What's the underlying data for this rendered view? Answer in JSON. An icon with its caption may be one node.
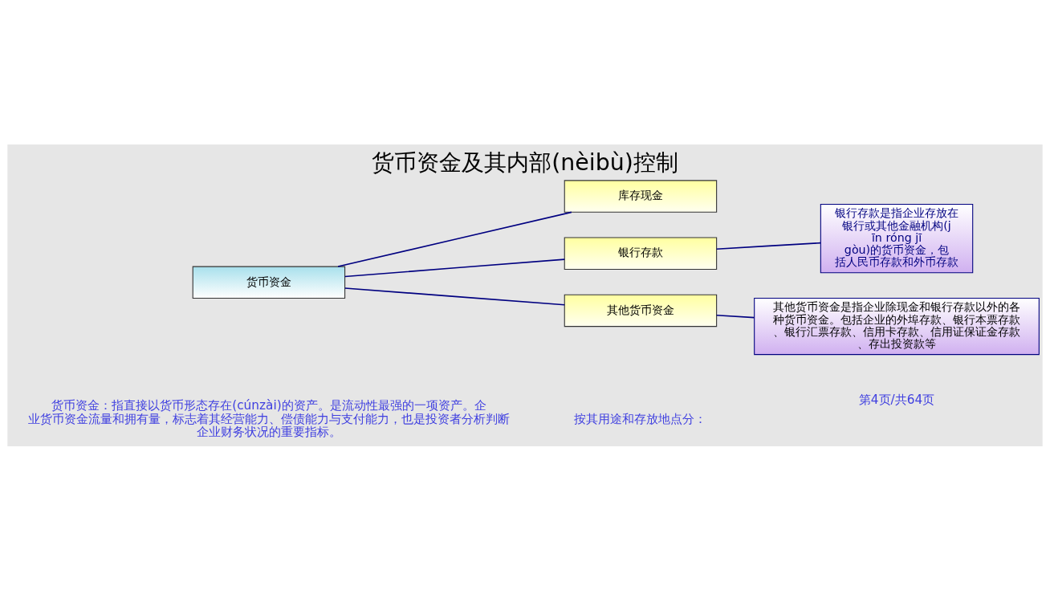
{
  "diagram": {
    "title": "货币资金及其内部(nèibù)控制",
    "nodes": [
      {
        "text": [
          "货币资金"
        ]
      },
      {
        "text": [
          "库存现金"
        ]
      },
      {
        "text": [
          "银行存款"
        ]
      },
      {
        "text": [
          "其他货币资金"
        ]
      },
      {
        "text": [
          "银行存款是指企业存放在银行或其他金融机构(jīn róng jī gòu)的货币资金，包括人民币存款和外币存款"
        ]
      },
      {
        "text": [
          "其他货币资金是指企业除现金和银行存款以外的各种货币资金。包括企业的外埠存款、银行本票存款、银行汇票存款、信用卡存款、信用证保证金存款、存出投资款等"
        ]
      }
    ],
    "edges": [
      {
        "from": 0,
        "to": 1,
        "arrow": "none"
      },
      {
        "from": 0,
        "to": 2,
        "arrow": "none"
      },
      {
        "from": 0,
        "to": 3,
        "arrow": "none"
      },
      {
        "from": 2,
        "to": 4,
        "arrow": "none",
        "color": "#000080"
      },
      {
        "from": 3,
        "to": 5,
        "arrow": "none",
        "color": "#000080"
      }
    ],
    "labels": [
      "货币资金：指直接以货币形态存在(cúnzài)的资产。是流动性最强的一项资产。企业货币资金流量和拥有量，标志着其经营能力、偿债能力与支付能力，也是投资者分析判断企业财务状况的重要指标。",
      "按其用途和存放地点分：",
      "第4页/共64页"
    ]
  }
}
